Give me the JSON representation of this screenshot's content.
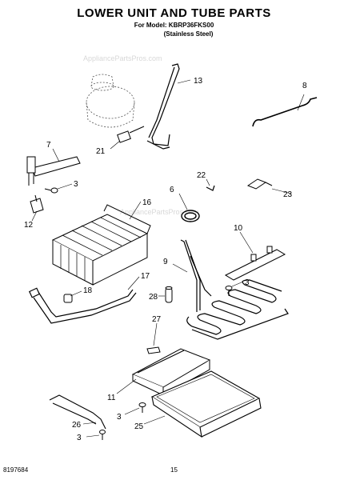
{
  "header": {
    "title": "LOWER UNIT AND TUBE PARTS",
    "model": "For Model: KBRP36FKS00",
    "finish": "(Stainless Steel)"
  },
  "watermark": "AppliancePartsPros.com",
  "callouts": {
    "c13": "13",
    "c8": "8",
    "c7": "7",
    "c21": "21",
    "c3a": "3",
    "c22": "22",
    "c6": "6",
    "c23": "23",
    "c16": "16",
    "c12": "12",
    "c10": "10",
    "c9": "9",
    "c17": "17",
    "c18": "18",
    "c3b": "3",
    "c28": "28",
    "c27": "27",
    "c11": "11",
    "c3c": "3",
    "c25": "25",
    "c26": "26",
    "c3d": "3"
  },
  "footer": {
    "document_number": "8197684",
    "page_number": "15"
  }
}
